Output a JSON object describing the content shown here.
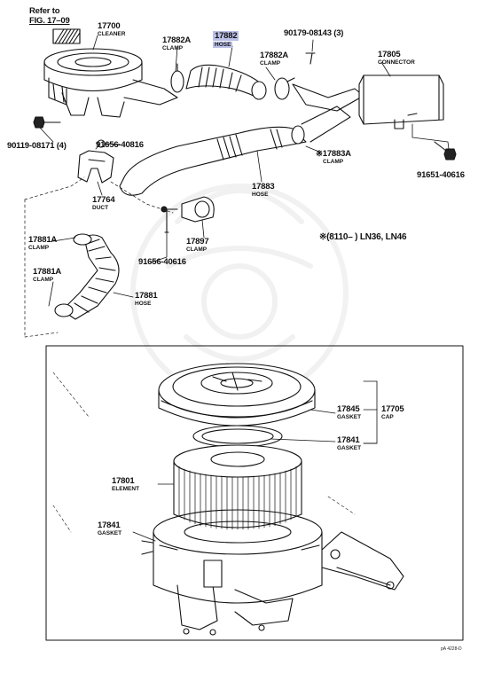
{
  "reference": {
    "line1": "Refer to",
    "line2": "FIG. 17–09"
  },
  "parts": [
    {
      "num": "17700",
      "name": "CLEANER"
    },
    {
      "num": "17882A",
      "name": "CLAMP"
    },
    {
      "num": "17882",
      "name": "HOSE",
      "highlight": true
    },
    {
      "num": "90179-08143 (3)",
      "name": ""
    },
    {
      "num": "17882A",
      "name": "CLAMP"
    },
    {
      "num": "17805",
      "name": "CONNECTOR"
    },
    {
      "num": "90119-08171 (4)",
      "name": ""
    },
    {
      "num": "91656-40816",
      "name": ""
    },
    {
      "num": "※17883A",
      "name": "CLAMP"
    },
    {
      "num": "91651-40616",
      "name": ""
    },
    {
      "num": "17764",
      "name": "DUCT"
    },
    {
      "num": "17883",
      "name": "HOSE"
    },
    {
      "num": "17897",
      "name": "CLAMP"
    },
    {
      "num": "17881A",
      "name": "CLAMP"
    },
    {
      "num": "91656-40616",
      "name": ""
    },
    {
      "num": "17881A",
      "name": "CLAMP"
    },
    {
      "num": "17881",
      "name": "HOSE"
    },
    {
      "num": "17845",
      "name": "GASKET"
    },
    {
      "num": "17705",
      "name": "CAP"
    },
    {
      "num": "17841",
      "name": "GASKET"
    },
    {
      "num": "17801",
      "name": "ELEMENT"
    },
    {
      "num": "17841",
      "name": "GASKET"
    }
  ],
  "applicability_note": "※(8110–      ) LN36, LN46",
  "figure_code": "pA 4228-D",
  "colors": {
    "highlight": "#b9bfe6",
    "ink": "#111111"
  }
}
